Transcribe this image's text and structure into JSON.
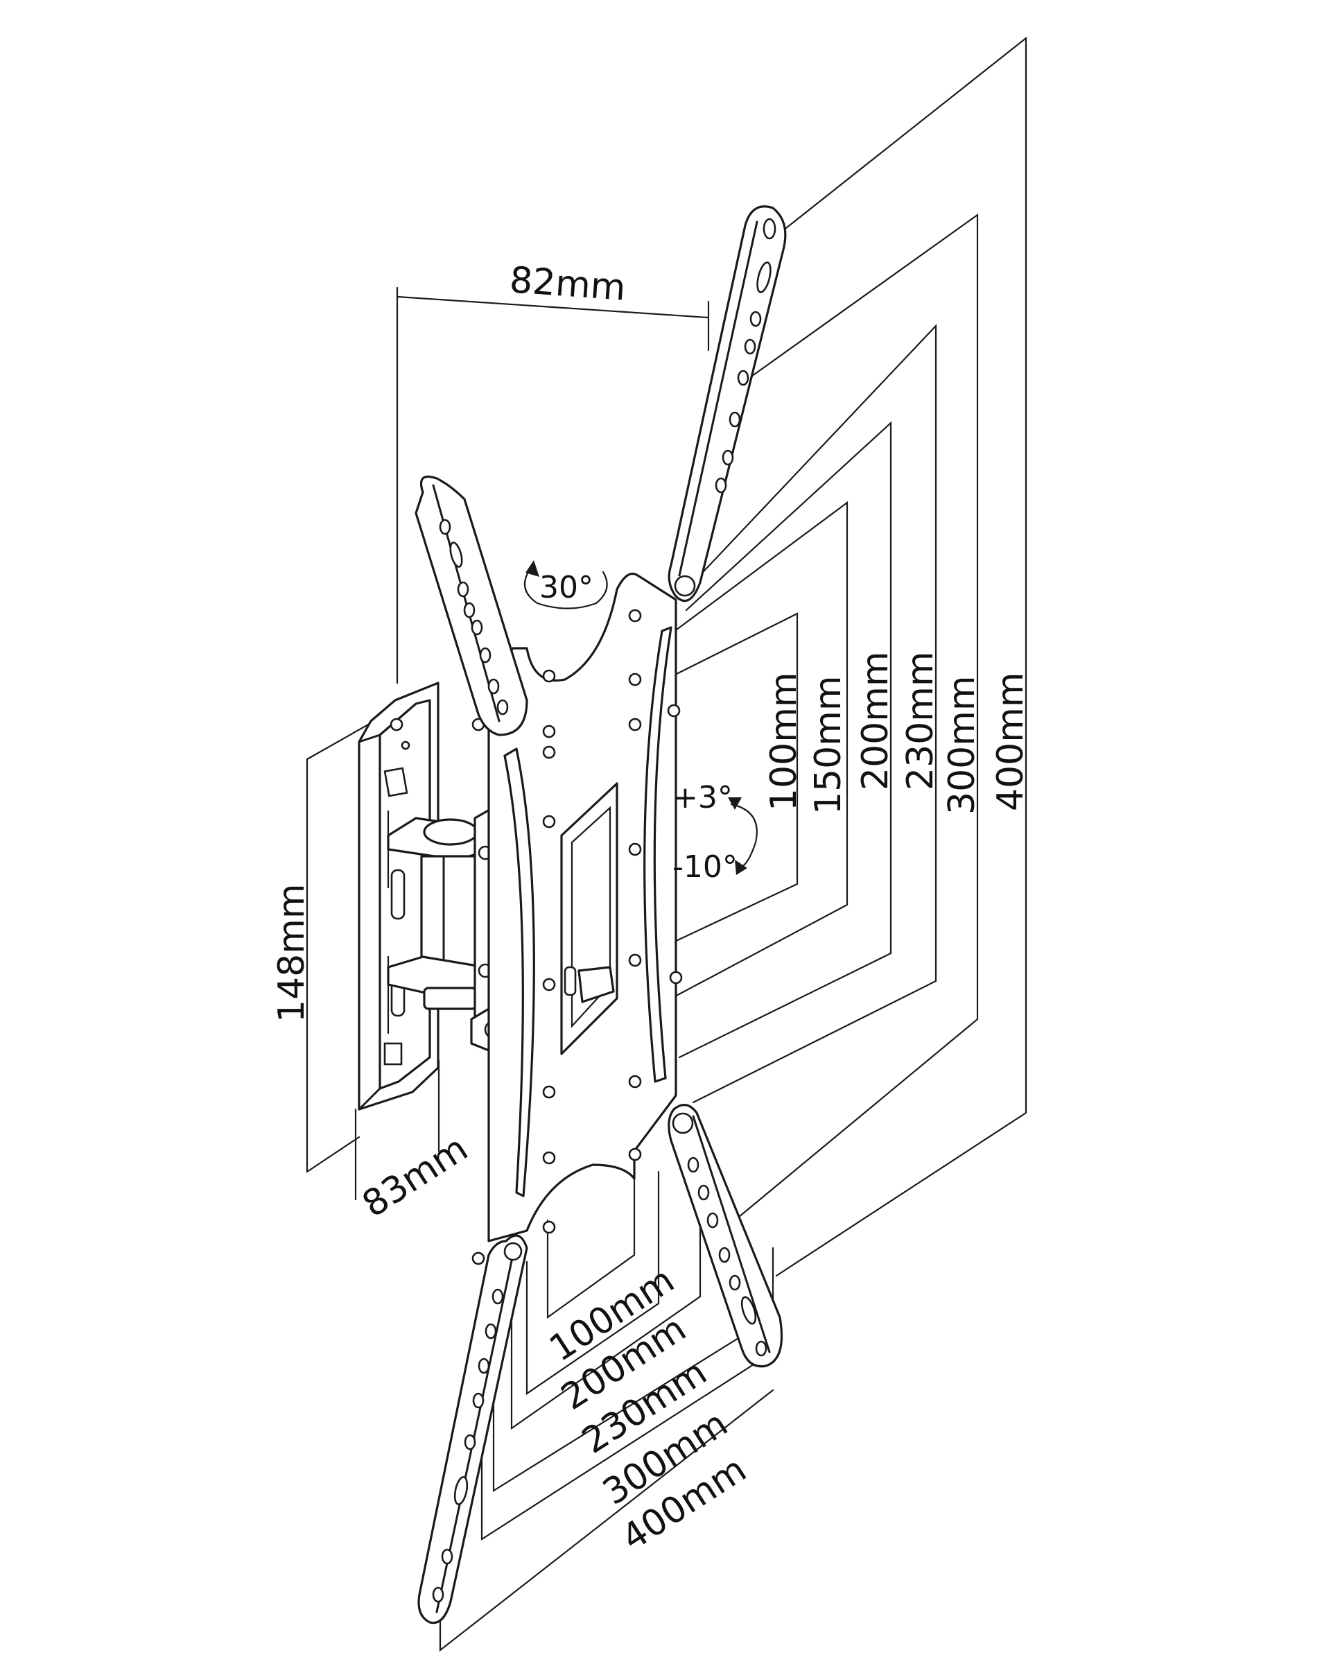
{
  "diagram": {
    "labels": {
      "depth_top": "82mm",
      "wall_plate_height": "148mm",
      "wall_plate_width": "83mm",
      "swivel": "30°",
      "tilt_up": "+3°",
      "tilt_down": "-10°"
    },
    "vertical_dimensions": [
      "100mm",
      "150mm",
      "200mm",
      "230mm",
      "300mm",
      "400mm"
    ],
    "horizontal_dimensions": [
      "100mm",
      "200mm",
      "230mm",
      "300mm",
      "400mm"
    ]
  }
}
